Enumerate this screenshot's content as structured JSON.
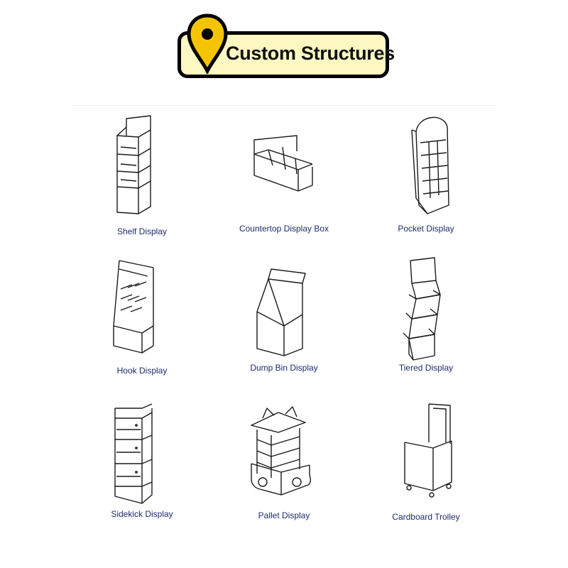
{
  "header": {
    "title": "Custom Structures",
    "pin_color": "#f5c400",
    "badge_color": "#fdf7c2",
    "pin_icon": "map-pin-icon"
  },
  "grid": {
    "items": [
      {
        "label": "Shelf Display",
        "icon": "shelf-display-icon"
      },
      {
        "label": "Countertop Display Box",
        "icon": "countertop-display-box-icon"
      },
      {
        "label": "Pocket Display",
        "icon": "pocket-display-icon"
      },
      {
        "label": "Hook Display",
        "icon": "hook-display-icon"
      },
      {
        "label": "Dump Bin Display",
        "icon": "dump-bin-display-icon"
      },
      {
        "label": "Tiered Display",
        "icon": "tiered-display-icon"
      },
      {
        "label": "Sidekick Display",
        "icon": "sidekick-display-icon"
      },
      {
        "label": "Pallet Display",
        "icon": "pallet-display-icon"
      },
      {
        "label": "Cardboard Trolley",
        "icon": "cardboard-trolley-icon"
      }
    ],
    "label_color": "#1e2a6e"
  }
}
